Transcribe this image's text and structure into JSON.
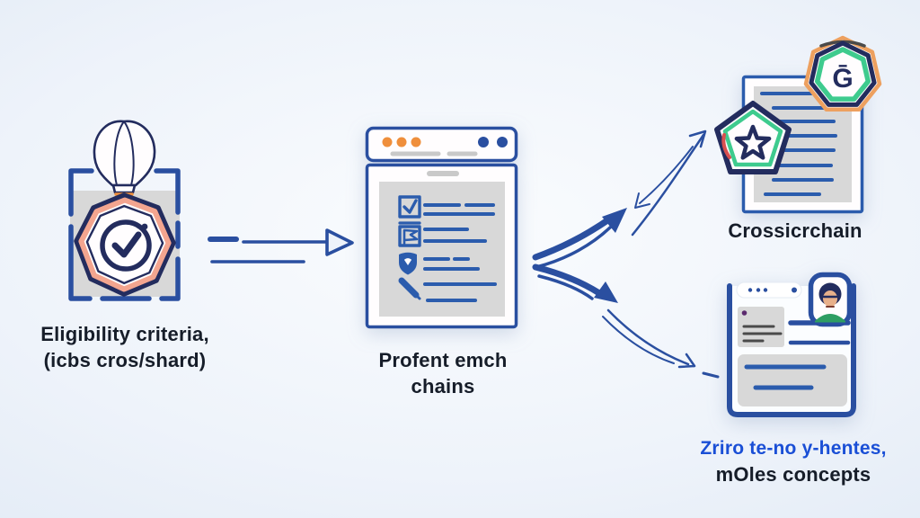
{
  "colors": {
    "navy": "#2a4fa0",
    "ink": "#232c5e",
    "blue": "#2b5cad",
    "orange": "#ef8f3c",
    "orangeb": "#eda05f",
    "green": "#3ecb8e",
    "greend": "#2f9e63",
    "salmon": "#f3a58f",
    "red": "#d9504f",
    "gray": "#d8d8d8",
    "grayline": "#c9c9c9",
    "graydark": "#4a4a4a",
    "purple": "#5b2a6e",
    "skin": "#e8b08a",
    "bluetext": "#1a4fd6",
    "darktext": "#161d29",
    "bg1": "#fafcfe",
    "bg2": "#eef3fa",
    "bg3": "#e0e9f5"
  },
  "labels": {
    "left": {
      "line1": "Eligibility criteria,",
      "line2": "(icbs cros/shard)"
    },
    "middle": {
      "line1": "Profent emch",
      "line2": "chains"
    },
    "top_right": {
      "line1": "Crossicrchain"
    },
    "bottom_right": {
      "line1": "Zriro te-no y-hentes,",
      "line2": "mOles concepts"
    }
  },
  "glyphs": {
    "badge_letter": "Ḡ"
  },
  "icons": {
    "lightbulb-icon": "💡",
    "shield-check-badge-icon": "✓",
    "selection-brackets-icon": "⌞⌟",
    "arrow-right-icon": "→",
    "curved-arrow-up-icon": "⤴",
    "curved-arrow-down-icon": "⤵",
    "window-dots-icon": "•••",
    "checkbox-checked-icon": "☑",
    "flag-checkbox-icon": "⚑",
    "shield-icon": "🛡",
    "pen-icon": "✎",
    "star-pentagon-badge-icon": "☆",
    "g-heptagon-badge-icon": "Ḡ",
    "avatar-icon": "👤"
  }
}
